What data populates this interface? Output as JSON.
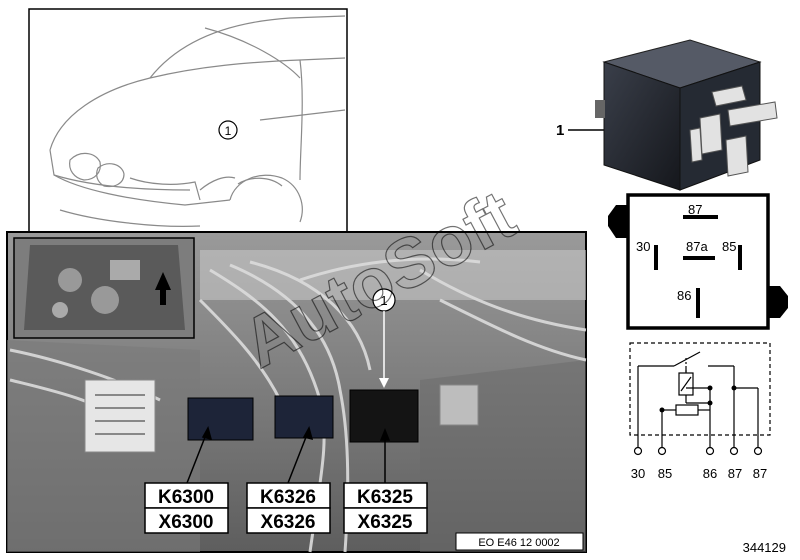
{
  "callout_number": "1",
  "labels": [
    {
      "k": "K6300",
      "x": "X6300"
    },
    {
      "k": "K6326",
      "x": "X6326"
    },
    {
      "k": "K6325",
      "x": "X6325"
    }
  ],
  "photo_code": "EO E46 12 0002",
  "watermark": "AutoSoft",
  "relay_pins": {
    "p87": "87",
    "p30": "30",
    "p87a": "87a",
    "p85": "85",
    "p86": "86"
  },
  "circuit_pins": [
    "30",
    "85",
    "86",
    "87",
    "87"
  ],
  "part_number": "344129"
}
